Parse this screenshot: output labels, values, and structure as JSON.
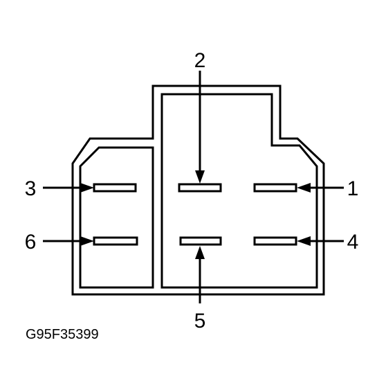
{
  "diagram": {
    "figure_code": "G95F35399",
    "pins": [
      {
        "id": "pin-1",
        "label": "1"
      },
      {
        "id": "pin-2",
        "label": "2"
      },
      {
        "id": "pin-3",
        "label": "3"
      },
      {
        "id": "pin-4",
        "label": "4"
      },
      {
        "id": "pin-5",
        "label": "5"
      },
      {
        "id": "pin-6",
        "label": "6"
      }
    ]
  }
}
